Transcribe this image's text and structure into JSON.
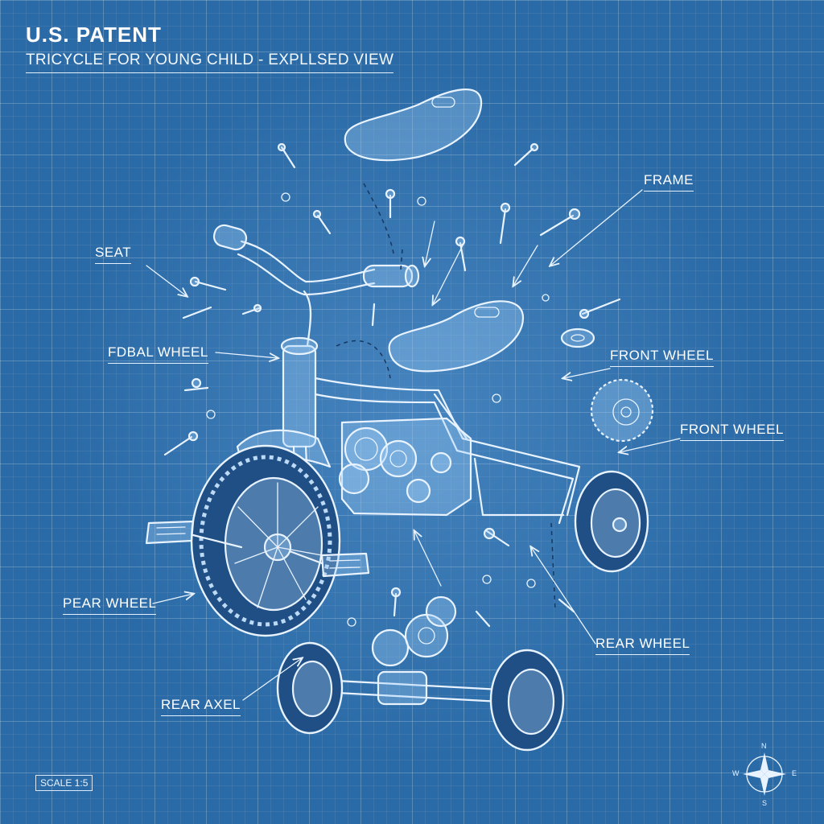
{
  "header": {
    "title": "U.S. PATENT",
    "subtitle": "TRICYCLE FOR YOUNG CHILD - EXPLLSED VIEW"
  },
  "callouts": {
    "frame": "FRAME",
    "seat": "SEAT",
    "fdbal_wheel": "FDBAL WHEEL",
    "front_wheel_1": "FRONT WHEEL",
    "front_wheel_2": "FRONT WHEEL",
    "pear_wheel": "PEAR WHEEL",
    "rear_wheel": "REAR WHEEL",
    "rear_axel": "REAR AXEL"
  },
  "footer": {
    "scale": "SCALE 1:5"
  },
  "compass": {
    "n": "N",
    "e": "E",
    "s": "S",
    "w": "W"
  },
  "colors": {
    "background": "#2a6aa6",
    "line": "#e8f3ff"
  }
}
